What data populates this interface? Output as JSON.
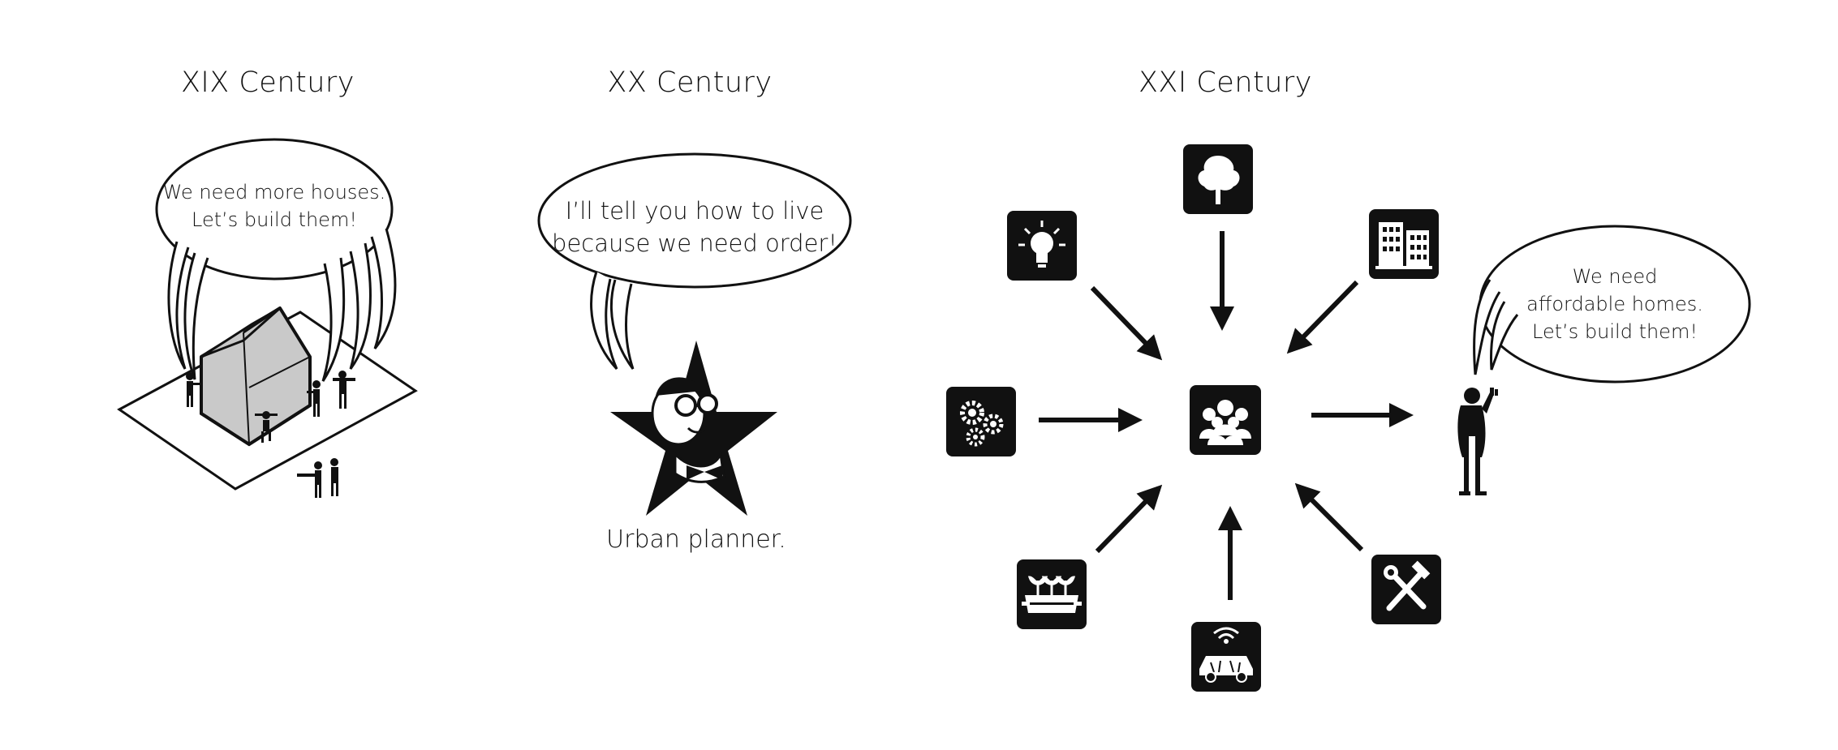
{
  "eras": {
    "xix": {
      "title": "XIX Century",
      "speech": [
        "We need more houses.",
        "Let’s build them!"
      ]
    },
    "xx": {
      "title": "XX Century",
      "speech": [
        "I’ll tell you how to live",
        "because we need order!"
      ],
      "caption": "Urban planner."
    },
    "xxi": {
      "title": "XXI Century",
      "speech": [
        "We need",
        "affordable homes.",
        "Let’s build them!"
      ]
    }
  },
  "icons": {
    "center": "community-people-icon",
    "inputs": [
      "tree-icon",
      "office-buildings-icon",
      "tools-hammer-wrench-icon",
      "wifi-car-icon",
      "planter-sprouts-icon",
      "gears-icon",
      "lightbulb-icon"
    ]
  },
  "colors": {
    "ink": "#111111",
    "house_fill": "#c9c9c9",
    "background": "#ffffff"
  }
}
